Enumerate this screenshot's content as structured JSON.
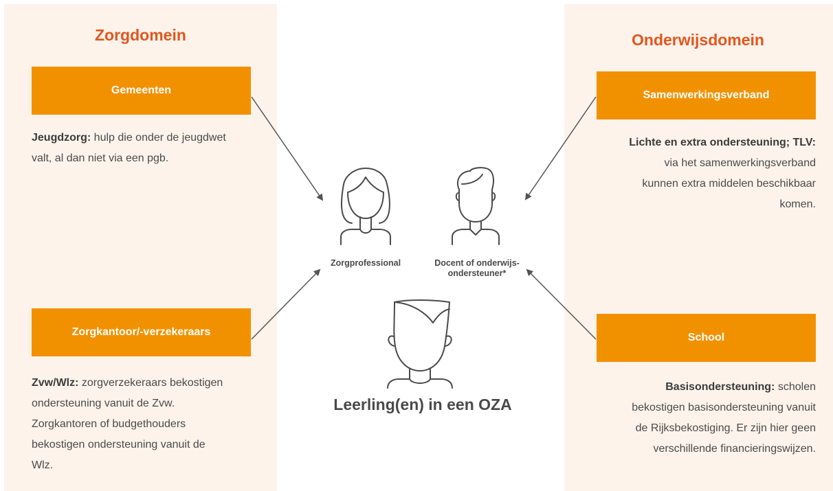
{
  "colors": {
    "panel_bg": "#fdf3ea",
    "accent_box": "#f29100",
    "domain_title": "#e1561f",
    "text": "#4a4a4a",
    "arrow": "#555555"
  },
  "left": {
    "title": "Zorgdomein",
    "box_top": "Gemeenten",
    "desc_top": {
      "bold": "Jeugdzorg:",
      "lines": [
        "hulp die onder de jeugdwet",
        "valt, al dan niet via een pgb."
      ]
    },
    "box_bottom": "Zorgkantoor/-verzekeraars",
    "desc_bottom": {
      "bold": "Zvw/Wlz:",
      "lines": [
        "zorgverzekeraars bekostigen",
        "ondersteuning vanuit de Zvw.",
        "Zorgkantoren of budgethouders",
        "bekostigen ondersteuning vanuit de",
        "Wlz."
      ]
    }
  },
  "right": {
    "title": "Onderwijsdomein",
    "box_top": "Samenwerkingsverband",
    "desc_top": {
      "bold": "Lichte en extra ondersteuning; TLV:",
      "lines": [
        "via het samenwerkingsverband",
        "kunnen extra middelen beschikbaar",
        "komen."
      ]
    },
    "box_bottom": "School",
    "desc_bottom": {
      "bold": "Basisondersteuning:",
      "lines": [
        "scholen",
        "bekostigen basisondersteuning vanuit",
        "de Rijksbekostiging. Er zijn hier geen",
        "verschillende financieringswijzen."
      ]
    }
  },
  "center": {
    "person_left_label": "Zorgprofessional",
    "person_right_label_1": "Docent of onderwijs-",
    "person_right_label_2": "ondersteuner*",
    "title": "Leerling(en) in een OZA",
    "icons": [
      "female-person-icon",
      "male-person-icon",
      "student-person-icon"
    ]
  }
}
